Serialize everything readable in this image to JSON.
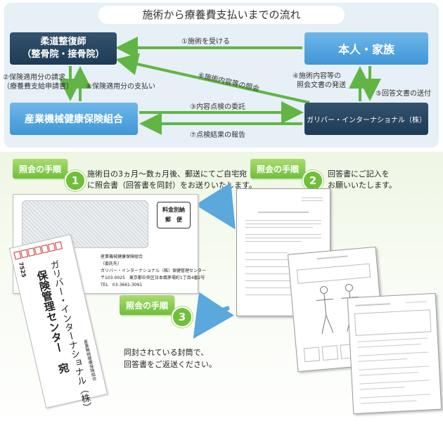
{
  "flow": {
    "title": "施術から療養費支払いまでの流れ",
    "nodes": {
      "judo_line1": "柔道整復師",
      "judo_line2": "（整骨院・接骨院）",
      "family": "本人・家族",
      "union": "産業機械健康保険組合",
      "gallipa": "ガリバー・インターナショナル（株）"
    },
    "arrows": {
      "a1": "①施術を受ける",
      "a2_line1": "②保険適用分の請求",
      "a2_line2": "（療養費支給申請書）",
      "a3": "③内容点検の委託",
      "a4_line1": "④施術内容等の",
      "a4_line2": "照会文書の発送",
      "a5": "⑤回答文書の送付",
      "a6": "⑥施術内容等の照会",
      "a7": "⑦点検結果の報告",
      "a8": "⑧保険適用分の支払い"
    },
    "colors": {
      "dark_node": "#1e3b55",
      "light_node": "#3f96d6",
      "arrow": "#62b545"
    }
  },
  "steps": [
    {
      "tag": "照会の手順",
      "number": "1",
      "text_line1": "施術日の3ヵ月～数ヵ月後、郵送にてご自宅宛",
      "text_line2": "に照会書（回答書を同封）をお送りいたします。"
    },
    {
      "tag": "照会の手順",
      "number": "2",
      "text_line1": "回答書にご記入を",
      "text_line2": "お願いいたします。"
    },
    {
      "tag": "照会の手順",
      "number": "3",
      "text_line1": "同封されている封筒で、",
      "text_line2": "回答書をご返送ください。"
    }
  ],
  "envelope": {
    "stamp_line1": "料金別納",
    "stamp_line2": "郵　便",
    "addr_line1": "産業機械健康保険組合",
    "addr_line2": "（委託先）",
    "addr_line3": "ガリバー・インターナショナル（株）保健管理センター",
    "addr_line4": "〒103-0025　東京都中央区日本橋茅場町1丁目4番2号",
    "addr_line5": "TEL　03-3661-3091"
  },
  "return_envelope": {
    "recipient": "ガリバー・インターナショナル（株）",
    "recipient2": "保険管理センター　宛",
    "postcode_digits": "7525",
    "sender": "産業機械健康保険組合"
  },
  "stepColor": "#6fbf3a"
}
